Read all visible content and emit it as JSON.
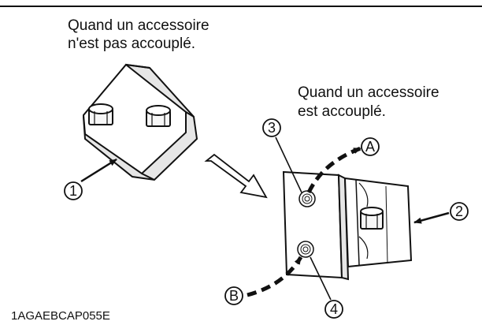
{
  "captions": {
    "not_coupled_line1": "Quand un accessoire",
    "not_coupled_line2": "n'est pas accouplé.",
    "coupled_line1": "Quand un accessoire",
    "coupled_line2": "est accouplé."
  },
  "callouts": {
    "c1": "1",
    "c2": "2",
    "c3": "3",
    "c4": "4",
    "cA": "A",
    "cB": "B"
  },
  "figure_code": "1AGAEBCAP055E",
  "colors": {
    "line": "#111111",
    "shade": "#d9d9d9",
    "light": "#f2f2f2"
  }
}
